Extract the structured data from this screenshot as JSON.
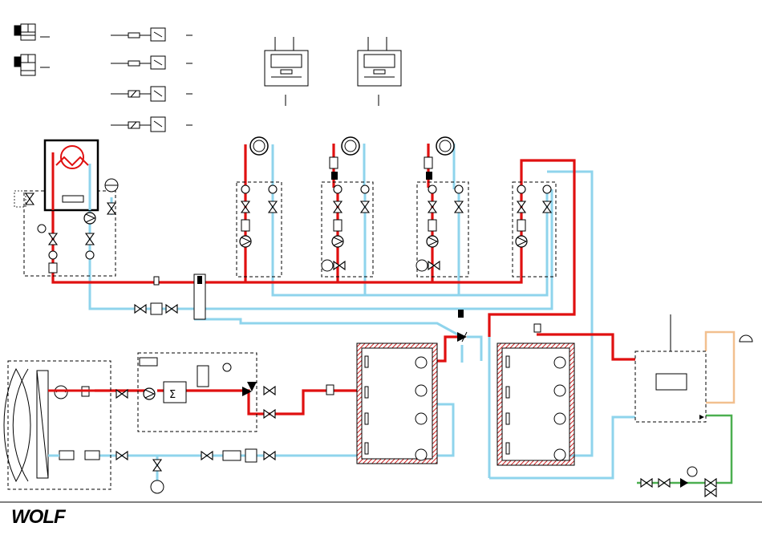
{
  "diagram": {
    "brand": "WOLF",
    "colors": {
      "flow_hot": "#e01010",
      "return_cold": "#8fd4ec",
      "solar_return": "#f2c08f",
      "fresh_water": "#4caf50",
      "lines": "#000000",
      "hatch": "#cc2222"
    },
    "components": {
      "boiler": "gas-boiler",
      "heating_circuits": 4,
      "controllers": 2,
      "buffer_tanks": 2,
      "solar_unit": "solar-collector-station",
      "water_heater": "freshwater-station"
    },
    "icons": {
      "logo": "wolf-logo",
      "pump": "pump-icon",
      "valve": "valve-icon",
      "sensor": "sensor-icon",
      "manometer": "manometer-icon",
      "radiator": "radiator-icon",
      "expansion_vessel": "expansion-vessel-icon",
      "shower": "shower-icon"
    }
  }
}
